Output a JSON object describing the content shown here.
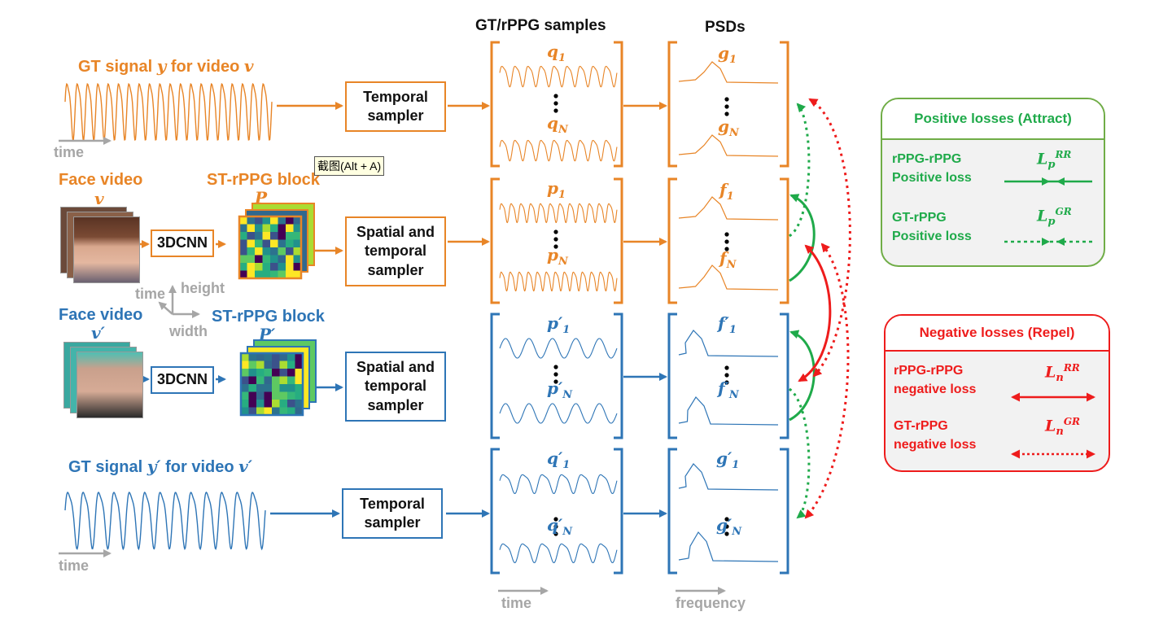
{
  "headers": {
    "samples": "GT/rPPG samples",
    "psds": "PSDs"
  },
  "axes": {
    "time": "time",
    "height": "height",
    "width": "width",
    "frequency": "frequency"
  },
  "gt_top": {
    "label_prefix": "GT signal ",
    "label_var": "y",
    "label_mid": " for video ",
    "label_video": "v"
  },
  "gt_bottom": {
    "label_prefix": "GT signal ",
    "label_var": "y′",
    "label_mid": " for video ",
    "label_video": "v′"
  },
  "face_top": {
    "title": "Face video",
    "var": "v",
    "block_title": "ST-rPPG block",
    "block_var": "P"
  },
  "face_bottom": {
    "title": "Face video",
    "var": "v′",
    "block_title": "ST-rPPG block",
    "block_var": "P′"
  },
  "boxes": {
    "temporal_sampler": "Temporal sampler",
    "spatial_temporal_sampler": "Spatial and temporal sampler",
    "cnn": "3DCNN"
  },
  "samples": {
    "q_first": "q",
    "q_first_sub": "1",
    "q_last": "q",
    "q_last_sub": "N",
    "p_first": "p",
    "p_first_sub": "1",
    "p_last": "p",
    "p_last_sub": "N",
    "pp_first": "p′",
    "pp_first_sub": "1",
    "pp_last": "p′",
    "pp_last_sub": "N",
    "qp_first": "q′",
    "qp_first_sub": "1",
    "qp_last": "q′",
    "qp_last_sub": "N"
  },
  "psds": {
    "g_first": "g",
    "g_first_sub": "1",
    "g_last": "g",
    "g_last_sub": "N",
    "f_first": "f",
    "f_first_sub": "1",
    "f_last": "f",
    "f_last_sub": "N",
    "fp_first": "f′",
    "fp_first_sub": "1",
    "fp_last": "f′",
    "fp_last_sub": "N",
    "gp_first": "g′",
    "gp_first_sub": "1",
    "gp_last": "g′",
    "gp_last_sub": "N"
  },
  "legend_positive": {
    "title": "Positive losses (Attract)",
    "row1_a": "rPPG-rPPG",
    "row1_b": "Positive loss",
    "row1_sym": "L",
    "row1_sub": "p",
    "row1_sup": "RR",
    "row2_a": "GT-rPPG",
    "row2_b": "Positive loss",
    "row2_sym": "L",
    "row2_sub": "p",
    "row2_sup": "GR"
  },
  "legend_negative": {
    "title": "Negative losses  (Repel)",
    "row1_a": "rPPG-rPPG",
    "row1_b": "negative loss",
    "row1_sym": "L",
    "row1_sub": "n",
    "row1_sup": "RR",
    "row2_a": "GT-rPPG",
    "row2_b": "negative loss",
    "row2_sym": "L",
    "row2_sub": "n",
    "row2_sup": "GR"
  },
  "tooltip": "截图(Alt + A)",
  "colors": {
    "orange": "#e88527",
    "blue": "#2e75b6",
    "green": "#1faa4a",
    "red": "#ee1c1c",
    "gray": "#a6a6a6"
  }
}
